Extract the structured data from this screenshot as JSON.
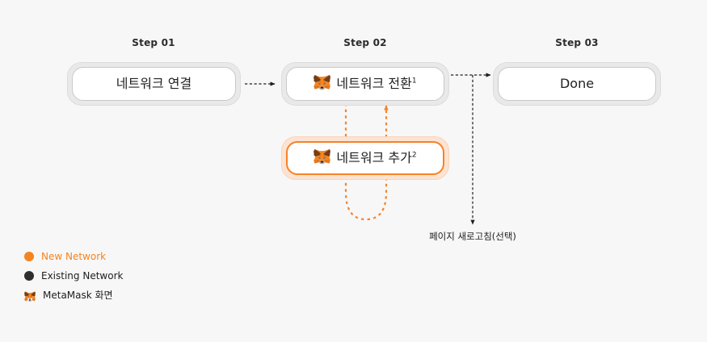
{
  "diagram": {
    "background_color": "#f7f7f8",
    "steps": [
      {
        "label": "Step 01"
      },
      {
        "label": "Step 02"
      },
      {
        "label": "Step 03"
      }
    ],
    "nodes": [
      {
        "id": "connect-network",
        "text": "네트워크 연결",
        "superscript": "",
        "has_fox_icon": false,
        "style": "existing",
        "color": "#c9c9cb"
      },
      {
        "id": "switch-network",
        "text": "네트워크 전환",
        "superscript": "1",
        "has_fox_icon": true,
        "style": "existing",
        "color": "#c9c9cb"
      },
      {
        "id": "done",
        "text": "Done",
        "superscript": "",
        "has_fox_icon": false,
        "style": "existing",
        "color": "#c9c9cb"
      },
      {
        "id": "add-network",
        "text": "네트워크 추가",
        "superscript": "2",
        "has_fox_icon": true,
        "style": "new",
        "color": "#f5832a"
      }
    ],
    "annotations": [
      {
        "id": "refresh-note",
        "text": "페이지 새로고침(선택)"
      }
    ],
    "legend": [
      {
        "marker": "dot",
        "color": "#f5841f",
        "label": "New Network",
        "label_color": "#f5841f"
      },
      {
        "marker": "dot",
        "color": "#2e2e2e",
        "label": "Existing Network",
        "label_color": "#1d1d1f"
      },
      {
        "marker": "fox-icon",
        "color": "#e2761b",
        "label": "MetaMask 화면",
        "label_color": "#1d1d1f"
      }
    ],
    "colors": {
      "accent": "#f5832a",
      "neutral": "#2e2e2e",
      "box_border_gray": "#c9c9cb",
      "box_shadow_gray": "#e9e9ea",
      "box_shadow_orange": "#fde3d1"
    }
  }
}
